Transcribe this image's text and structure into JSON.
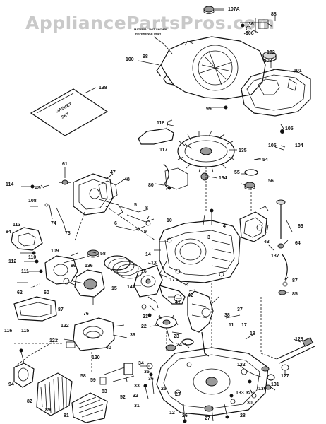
{
  "watermark": "AppliancePartsPros.com",
  "notes": {
    "shroud_note": [
      "MATERIAL NOT SHOWN,",
      "REFERENCE ONLY"
    ],
    "gasket_set": [
      "GASKET",
      "SET"
    ]
  },
  "labels": {
    "107A": "107A",
    "36a": "36",
    "106": "106",
    "88": "88",
    "100": "100",
    "98": "98",
    "102a": "102",
    "103": "103",
    "101": "101",
    "138": "138",
    "99": "99",
    "105a": "105",
    "118": "118",
    "117": "117",
    "135": "135",
    "105b": "105",
    "104": "104",
    "54": "54",
    "55": "55",
    "134": "134",
    "56": "56",
    "47": "47",
    "48": "48",
    "61": "61",
    "80": "80",
    "114": "114",
    "49": "49",
    "108": "108",
    "5": "5",
    "8": "8",
    "6": "6",
    "7": "7",
    "4": "4",
    "9": "9",
    "10": "10",
    "74": "74",
    "73": "73",
    "113": "113",
    "3": "3",
    "43": "43",
    "63": "63",
    "84": "84",
    "109": "109",
    "110": "110",
    "112": "112",
    "64": "64",
    "58": "58",
    "14": "14",
    "13": "13",
    "137": "137",
    "111": "111",
    "86": "86",
    "136": "136",
    "16": "16",
    "14A": "14A",
    "15": "15",
    "87": "87",
    "85": "85",
    "62": "62",
    "60": "60",
    "17": "17",
    "42": "42",
    "41": "41",
    "87b": "87",
    "76": "76",
    "21": "21",
    "38": "38",
    "37": "37",
    "116": "116",
    "115": "115",
    "122": "122",
    "22": "22",
    "11": "11",
    "39": "39",
    "18": "18",
    "121": "121",
    "40": "40",
    "23": "23",
    "120": "120",
    "24": "24",
    "128": "128",
    "34": "34",
    "58b": "58",
    "59": "59",
    "35": "35",
    "36": "36",
    "132": "132",
    "94": "94",
    "83": "83",
    "33": "33",
    "52": "52",
    "27": "27",
    "130": "130",
    "131": "131",
    "127": "127",
    "82": "82",
    "32": "32",
    "25": "25",
    "133": "133",
    "129": "129",
    "30": "30",
    "89": "89",
    "31": "31",
    "12": "12",
    "26": "26",
    "28": "28",
    "27b": "27",
    "81": "81"
  }
}
